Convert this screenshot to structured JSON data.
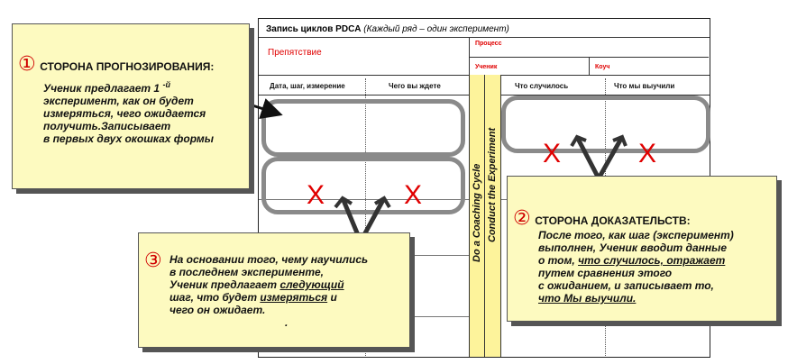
{
  "form": {
    "title_bold": "Запись циклов PDCA",
    "title_italic": "(Каждый ряд – один эксперимент)",
    "obstacle_label": "Препятствие",
    "process_label": "Процесс",
    "learner_label": "Ученик",
    "coach_label": "Коуч",
    "col_date": "Дата, шаг, измерение",
    "col_expect": "Чего вы ждете",
    "col_happened": "Что случилось",
    "col_learned": "Что мы выучили",
    "vertical_1": "Do a Coaching Cycle",
    "vertical_2": "Conduct the Experiment"
  },
  "x_mark": "X",
  "callout1": {
    "number": "①",
    "title": "СТОРОНА ПРОГНОЗИРОВАНИЯ:",
    "line1": "Ученик предлагает 1",
    "sup": "-й",
    "line2": "эксперимент, как он будет",
    "line3": "измеряться, чего ожидается",
    "line4": "получить.Записывает",
    "line5": "в первых двух окошках формы"
  },
  "callout2": {
    "number": "②",
    "title": "СТОРОНА ДОКАЗАТЕЛЬСТВ:",
    "line1": "После того, как шаг (эксперимент)",
    "line2": "выполнен, Ученик вводит данные",
    "line3a": "о том,",
    "line3b": "что случилось, отражает",
    "line4": "путем сравнения этого",
    "line5": "с ожиданием, и записывает то,",
    "line6": "что Мы выучили."
  },
  "callout3": {
    "number": "③",
    "line1": "На основании того, чему научились",
    "line2": "в последнем эксперименте,",
    "line3a": "Ученик предлагает",
    "line3b": "следующий",
    "line4a": "шаг, что будет",
    "line4b": "измеряться",
    "line4c": "и",
    "line5": "чего он ожидает.",
    "line6": "."
  },
  "colors": {
    "callout_bg": "#fdfac0",
    "form_yellow": "#fdf39b",
    "accent_red": "#e00000",
    "box_gray": "#8a8a8a"
  }
}
